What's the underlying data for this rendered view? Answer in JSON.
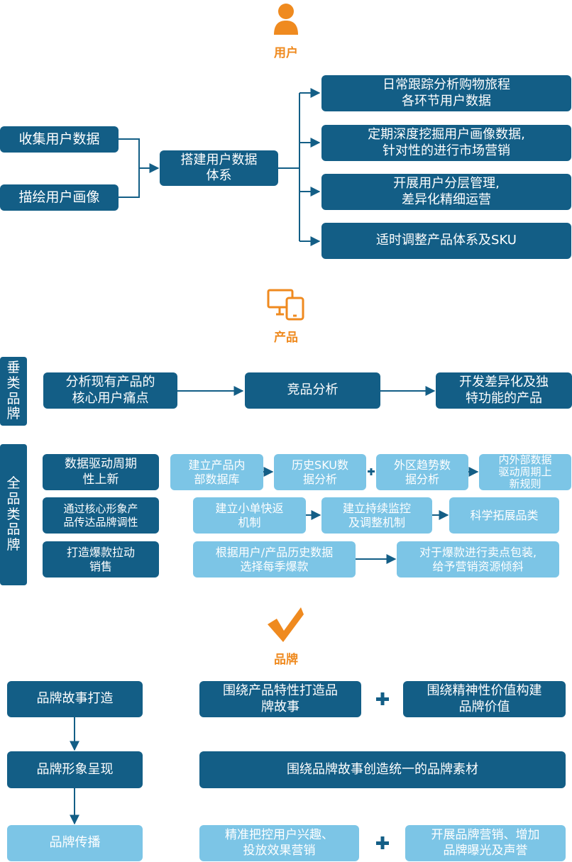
{
  "colors": {
    "dark": "#135e86",
    "light": "#7cc5e6",
    "accent": "#ef8a1f"
  },
  "user": {
    "icon": "person-icon",
    "title": "用户",
    "inputs": [
      "收集用户数据",
      "描绘用户画像"
    ],
    "center": "搭建用户数据\n体系",
    "outputs": [
      "日常跟踪分析购物旅程\n各环节用户数据",
      "定期深度挖掘用户画像数据,\n针对性的进行市场营销",
      "开展用户分层管理,\n差异化精细运营",
      "适时调整产品体系及SKU"
    ]
  },
  "product": {
    "icon": "devices-icon",
    "title": "产品",
    "vertical": {
      "label": "垂类品牌",
      "steps": [
        "分析现有产品的\n核心用户痛点",
        "竞品分析",
        "开发差异化及独\n特功能的产品"
      ]
    },
    "full": {
      "label": "全品类品牌",
      "rows": [
        {
          "title": "数据驱动周期\n性上新",
          "steps": [
            "建立产品内\n部数据库",
            "历史SKU数\n据分析",
            "外区趋势数\n据分析",
            "内外部数据\n驱动周期上\n新规则"
          ]
        },
        {
          "title": "通过核心形象产\n品传达品牌调性",
          "steps": [
            "建立小单快返\n机制",
            "建立持续监控\n及调整机制",
            "科学拓展品类"
          ]
        },
        {
          "title": "打造爆款拉动\n销售",
          "steps": [
            "根据用户/产品历史数据\n选择每季爆款",
            "对于爆款进行卖点包装,\n给予营销资源倾斜"
          ]
        }
      ]
    }
  },
  "brand": {
    "icon": "check-icon",
    "title": "品牌",
    "stages": [
      "品牌故事打造",
      "品牌形象呈现",
      "品牌传播"
    ],
    "details": {
      "story": [
        "围绕产品特性打造品\n牌故事",
        "围绕精神性价值构建\n品牌价值"
      ],
      "image": "围绕品牌故事创造统一的品牌素材",
      "spread": [
        "精准把控用户兴趣、\n投放效果营销",
        "开展品牌营销、增加\n品牌曝光及声誉"
      ]
    }
  }
}
